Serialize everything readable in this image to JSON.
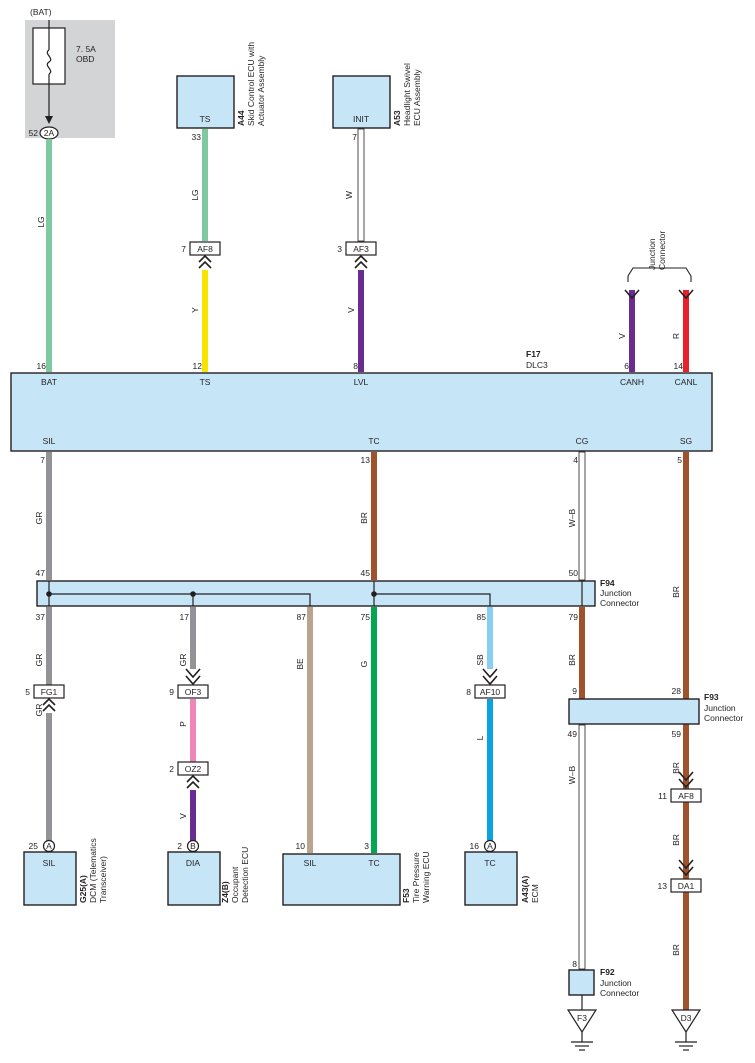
{
  "power": {
    "source": "(BAT)",
    "fuse_rating": "7. 5A",
    "fuse_name": "OBD",
    "pin": "52",
    "connector": "2A"
  },
  "components": {
    "a44": {
      "id": "A44",
      "desc1": "Skid Control ECU with",
      "desc2": "Actuator Assembly",
      "pin_name": "TS",
      "pin": "33"
    },
    "a53": {
      "id": "A53",
      "desc1": "Headlight Swivel",
      "desc2": "ECU Assembly",
      "pin_name": "INIT",
      "pin": "7"
    },
    "f17": {
      "id": "F17",
      "desc": "DLC3",
      "top_pins": {
        "bat": "BAT",
        "ts": "TS",
        "lvl": "LVL",
        "canh": "CANH",
        "canl": "CANL"
      },
      "top_nums": {
        "bat": "16",
        "ts": "12",
        "lvl": "8",
        "canh": "6",
        "canl": "14"
      },
      "bottom_pins": {
        "sil": "SIL",
        "tc": "TC",
        "cg": "CG",
        "sg": "SG"
      },
      "bottom_nums": {
        "sil": "7",
        "tc": "13",
        "cg": "4",
        "sg": "5"
      }
    },
    "junction_top": {
      "line1": "Junction",
      "line2": "Connector"
    },
    "f94": {
      "id": "F94",
      "desc1": "Junction",
      "desc2": "Connector",
      "top_nums": {
        "sil": "47",
        "tc": "45",
        "cg": "50"
      },
      "bottom_nums": {
        "gr1": "37",
        "gr2": "17",
        "be": "87",
        "g": "75",
        "sb": "85",
        "br": "79"
      }
    },
    "f93": {
      "id": "F93",
      "desc1": "Junction",
      "desc2": "Connector",
      "pin_in_left": "9",
      "pin_in_right": "28",
      "pin_out_left": "49",
      "pin_out_right": "59"
    },
    "f92": {
      "id": "F92",
      "desc1": "Junction",
      "desc2": "Connector",
      "pin": "8"
    },
    "g25": {
      "id": "G25(A)",
      "desc1": "DCM (Telematics",
      "desc2": "Transceiver)",
      "pin_name": "SIL",
      "pin": "25",
      "conn": "A"
    },
    "z4": {
      "id": "Z4(B)",
      "desc1": "Occupant",
      "desc2": "Detection ECU",
      "pin_name": "DIA",
      "pin": "2",
      "conn": "B"
    },
    "f53": {
      "id": "F53",
      "desc1": "Tire Pressure",
      "desc2": "Warning ECU",
      "pin_name_sil": "SIL",
      "pin_name_tc": "TC",
      "pin_sil": "10",
      "pin_tc": "3"
    },
    "a43": {
      "id": "A43(A)",
      "desc1": "ECM",
      "pin_name": "TC",
      "pin": "16",
      "conn": "A"
    }
  },
  "inline_connectors": {
    "af8_top": {
      "label": "AF8",
      "pin": "7"
    },
    "af3": {
      "label": "AF3",
      "pin": "3"
    },
    "fg1": {
      "label": "FG1",
      "pin": "5"
    },
    "of3": {
      "label": "OF3",
      "pin": "9"
    },
    "oz2": {
      "label": "OZ2",
      "pin": "2"
    },
    "af10": {
      "label": "AF10",
      "pin": "8"
    },
    "af8_right": {
      "label": "AF8",
      "pin": "11"
    },
    "da1": {
      "label": "DA1",
      "pin": "13"
    }
  },
  "wire_colors": {
    "bat": "LG",
    "a44": "LG",
    "ts": "Y",
    "a53": "W",
    "lvl": "V",
    "canh": "V",
    "canl": "R",
    "sil_top": "GR",
    "tc_top": "BR",
    "cg_top": "W–B",
    "sg": "BR",
    "fg1_up": "GR",
    "fg1_down": "GR",
    "of3_up": "GR",
    "of3_down": "P",
    "oz2_down": "V",
    "be": "BE",
    "g": "G",
    "sb": "SB",
    "l": "L",
    "br_79": "BR",
    "f93_out": "W–B",
    "af8_down": "BR",
    "da1_up": "BR",
    "da1_down": "BR"
  },
  "grounds": {
    "f3": "F3",
    "d3": "D3"
  },
  "colors": {
    "LG": "#7fc9a0",
    "Y": "#f9e300",
    "V": "#6a2c91",
    "R": "#e8202a",
    "GR": "#919396",
    "BR": "#a0522d",
    "P": "#ee86b8",
    "BE": "#b9a58e",
    "G": "#00a650",
    "SB": "#87cff2",
    "L": "#0aa3e0",
    "W": "#ffffff",
    "box": "#c6e6f7",
    "ink": "#231f20",
    "fuse_bg": "#d3d4d6"
  }
}
